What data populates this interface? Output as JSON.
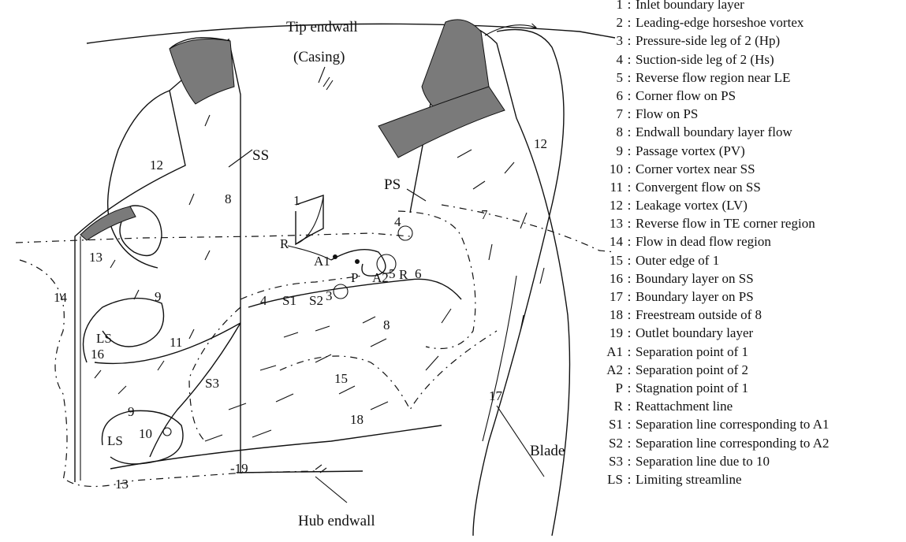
{
  "figure_labels": {
    "tip_endwall_line1": "Tip endwall",
    "tip_endwall_line2": "(Casing)",
    "hub_endwall": "Hub endwall",
    "blade": "Blade",
    "ss": "SS",
    "ps": "PS",
    "n1": "1",
    "n3": "3",
    "n4a": "4",
    "n4b": "4",
    "n5": "5",
    "n6": "6",
    "n7": "7",
    "n8a": "8",
    "n8b": "8",
    "n9a": "9",
    "n9b": "9",
    "n10": "10",
    "n11": "11",
    "n12a": "12",
    "n12b": "12",
    "n13a": "13",
    "n13b": "13",
    "n14": "14",
    "n15": "15",
    "n16": "16",
    "n17": "17",
    "n18": "18",
    "n19": "-19",
    "r1": "R",
    "r2": "R",
    "a1": "A1",
    "a2": "A2",
    "p": "P",
    "s1": "S1",
    "s2": "S2",
    "s3": "S3",
    "ls1": "LS",
    "ls2": "LS"
  },
  "legend": [
    {
      "key": "1",
      "text": "Inlet boundary layer"
    },
    {
      "key": "2",
      "text": "Leading-edge horseshoe vortex"
    },
    {
      "key": "3",
      "text": "Pressure-side leg of  2  (Hp)"
    },
    {
      "key": "4",
      "text": "Suction-side leg of  2  (Hs)"
    },
    {
      "key": "5",
      "text": "Reverse flow region near LE"
    },
    {
      "key": "6",
      "text": "Corner flow on PS"
    },
    {
      "key": "7",
      "text": "Flow on PS"
    },
    {
      "key": "8",
      "text": "Endwall boundary layer flow"
    },
    {
      "key": "9",
      "text": "Passage vortex  (PV)"
    },
    {
      "key": "10",
      "text": "Corner vortex near SS"
    },
    {
      "key": "11",
      "text": "Convergent flow on SS"
    },
    {
      "key": "12",
      "text": "Leakage vortex  (LV)"
    },
    {
      "key": "13",
      "text": "Reverse flow in TE corner region"
    },
    {
      "key": "14",
      "text": "Flow in dead flow region"
    },
    {
      "key": "15",
      "text": "Outer edge of  1"
    },
    {
      "key": "16",
      "text": "Boundary layer on SS"
    },
    {
      "key": "17",
      "text": "Boundary layer on PS"
    },
    {
      "key": "18",
      "text": "Freestream outside of  8"
    },
    {
      "key": "19",
      "text": "Outlet boundary layer"
    },
    {
      "key": "A1",
      "text": "Separation point of  1"
    },
    {
      "key": "A2",
      "text": "Separation point of  2"
    },
    {
      "key": "P",
      "text": "Stagnation point of  1"
    },
    {
      "key": "R",
      "text": "Reattachment line"
    },
    {
      "key": "S1",
      "text": "Separation line corresponding to A1"
    },
    {
      "key": "S2",
      "text": "Separation line corresponding to A2"
    },
    {
      "key": "S3",
      "text": "Separation line due to 10"
    },
    {
      "key": "LS",
      "text": "Limiting streamline"
    }
  ]
}
